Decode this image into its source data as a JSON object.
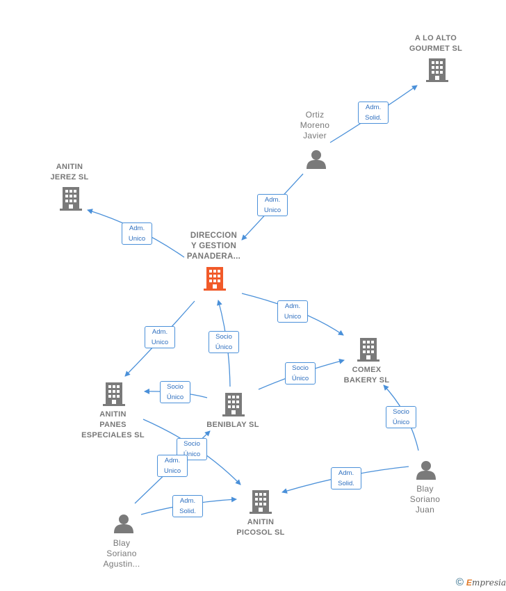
{
  "colors": {
    "edge": "#4a90d9",
    "company_icon": "#7a7a7a",
    "company_icon_main": "#f15a29",
    "person_icon": "#7a7a7a"
  },
  "nodes": {
    "a_lo_alto": {
      "label": "A LO ALTO\nGOURMET  SL",
      "icon": "building-icon"
    },
    "ortiz": {
      "label": "Ortiz\nMoreno\nJavier",
      "icon": "person-icon"
    },
    "anitin_jerez": {
      "label": "ANITIN\nJEREZ SL",
      "icon": "building-icon"
    },
    "direccion": {
      "label": "DIRECCION\nY GESTION\nPANADERA...",
      "icon": "building-icon"
    },
    "comex": {
      "label": "COMEX\nBAKERY  SL",
      "icon": "building-icon"
    },
    "anitin_panes": {
      "label": "ANITIN\nPANES\nESPECIALES SL",
      "icon": "building-icon"
    },
    "beniblay": {
      "label": "BENIBLAY SL",
      "icon": "building-icon"
    },
    "blay_juan": {
      "label": "Blay\nSoriano\nJuan",
      "icon": "person-icon"
    },
    "anitin_picosol": {
      "label": "ANITIN\nPICOSOL SL",
      "icon": "building-icon"
    },
    "blay_agustin": {
      "label": "Blay\nSoriano\nAgustin...",
      "icon": "person-icon"
    }
  },
  "edges": {
    "e1": "Adm.\nSolid.",
    "e2": "Adm.\nUnico",
    "e3": "Adm.\nUnico",
    "e4": "Adm.\nUnico",
    "e5": "Adm.\nUnico",
    "e6": "Socio\nÚnico",
    "e7": "Socio\nÚnico",
    "e8": "Socio\nÚnico",
    "e9": "Socio\nÚnico",
    "e10": "Socio\nÚnico",
    "e11": "Adm.\nUnico",
    "e12": "Adm.\nSolid.",
    "e13": "Adm.\nSolid."
  },
  "footer": {
    "copyright": "©",
    "brand_initial": "E",
    "brand_rest": "mpresia"
  }
}
